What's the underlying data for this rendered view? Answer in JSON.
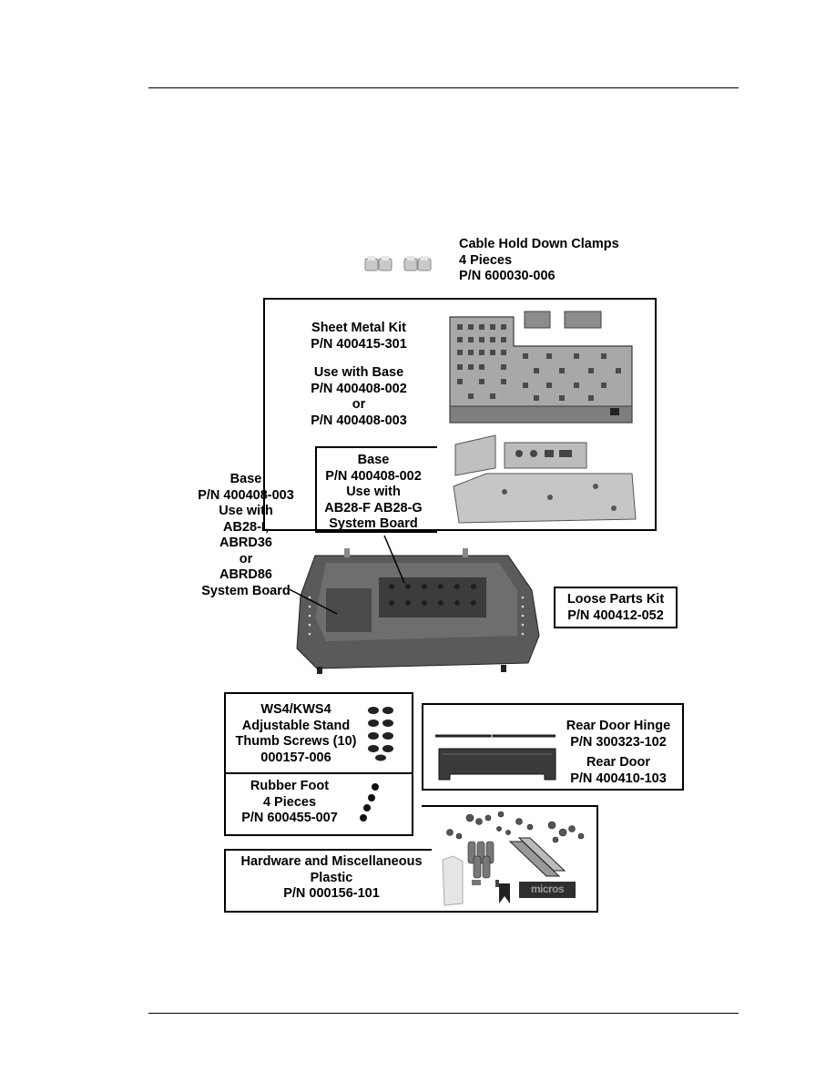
{
  "page": {
    "parts": {
      "cable_clamps": "Cable Hold Down Clamps\n4 Pieces\nP/N 600030-006",
      "sheet_metal_kit": "Sheet Metal Kit\nP/N 400415-301",
      "sheet_metal_use": "Use with Base\nP/N 400408-002\nor\nP/N 400408-003",
      "base_002": "Base\nP/N 400408-002\nUse with\nAB28-F AB28-G\nSystem Board",
      "base_003": "Base\nP/N 400408-003\nUse with\nAB28-I,\nABRD36\nor\nABRD86\nSystem Board",
      "loose_parts_kit": "Loose Parts Kit\nP/N 400412-052",
      "thumb_screws": "WS4/KWS4\nAdjustable Stand\nThumb Screws (10)\n000157-006",
      "rear_door_hinge": "Rear Door Hinge\nP/N 300323-102",
      "rear_door": "Rear Door\nP/N 400410-103",
      "rubber_foot": "Rubber Foot\n4 Pieces\nP/N 600455-007",
      "hardware": "Hardware and Miscellaneous\nPlastic\nP/N 000156-101",
      "logo_text": "micros"
    }
  }
}
